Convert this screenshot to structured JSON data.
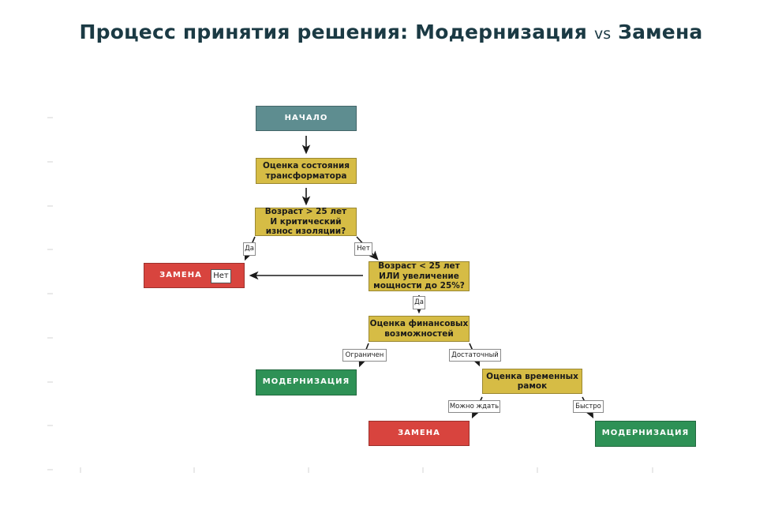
{
  "title": {
    "part1": "Процесс принятия решения: Модернизация",
    "vs": "vs",
    "part2": "Замена"
  },
  "colors": {
    "title": "#1b3a44",
    "teal": "#5e8d90",
    "yellow": "#d6bc45",
    "red": "#d8443e",
    "green": "#2e9156",
    "line": "#1a1a1a"
  },
  "nodes": {
    "start": {
      "label": "НАЧАЛО"
    },
    "assess": {
      "label": "Оценка состояния\nтрансформатора"
    },
    "decision1": {
      "label": "Возраст > 25 лет\nИ критический\nизнос изоляции?"
    },
    "replace1": {
      "label": "ЗАМЕНА"
    },
    "decision2": {
      "label": "Возраст < 25 лет\nИЛИ увеличение\nмощности до 25%?"
    },
    "finance": {
      "label": "Оценка финансовых\nвозможностей"
    },
    "modern1": {
      "label": "МОДЕРНИЗАЦИЯ"
    },
    "timeframe": {
      "label": "Оценка временных\nрамок"
    },
    "replace2": {
      "label": "ЗАМЕНА"
    },
    "modern2": {
      "label": "МОДЕРНИЗАЦИЯ"
    }
  },
  "edge_labels": {
    "da1": "Да",
    "net1": "Нет",
    "net2": "Нет",
    "da2": "Да",
    "ogranichen": "Ограничен",
    "dostatochny": "Достаточный",
    "mozhno_zhdat": "Можно ждать",
    "bystro": "Быстро"
  }
}
